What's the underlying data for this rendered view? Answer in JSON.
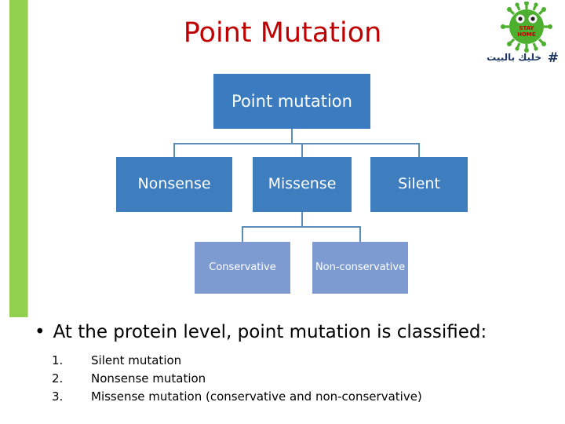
{
  "slide": {
    "title": "Point Mutation",
    "title_color": "#C00000"
  },
  "logo": {
    "icon_name": "coronavirus-stay-home-icon",
    "center_text_line1": "STAY",
    "center_text_line2": "HOME",
    "arabic_caption": "خليك بالبيت",
    "hash_symbol": "#"
  },
  "diagram": {
    "root": {
      "label": "Point mutation",
      "color": "#3B7CC0"
    },
    "level2": [
      {
        "label": "Nonsense",
        "color": "#3E7EBF"
      },
      {
        "label": "Missense",
        "color": "#3E7EBF"
      },
      {
        "label": "Silent",
        "color": "#3E7EBF"
      }
    ],
    "level3": [
      {
        "label": "Conservative",
        "color": "#7E9BD1"
      },
      {
        "label": "Non-conservative",
        "color": "#7E9BD1"
      }
    ]
  },
  "body": {
    "bullet": "At the protein level, point mutation is classified:",
    "bullet_marker": "•",
    "list": [
      {
        "num": "1.",
        "text": "Silent mutation"
      },
      {
        "num": "2.",
        "text": "Nonsense mutation"
      },
      {
        "num": "3.",
        "text": "Missense mutation (conservative and non-conservative)"
      }
    ]
  }
}
